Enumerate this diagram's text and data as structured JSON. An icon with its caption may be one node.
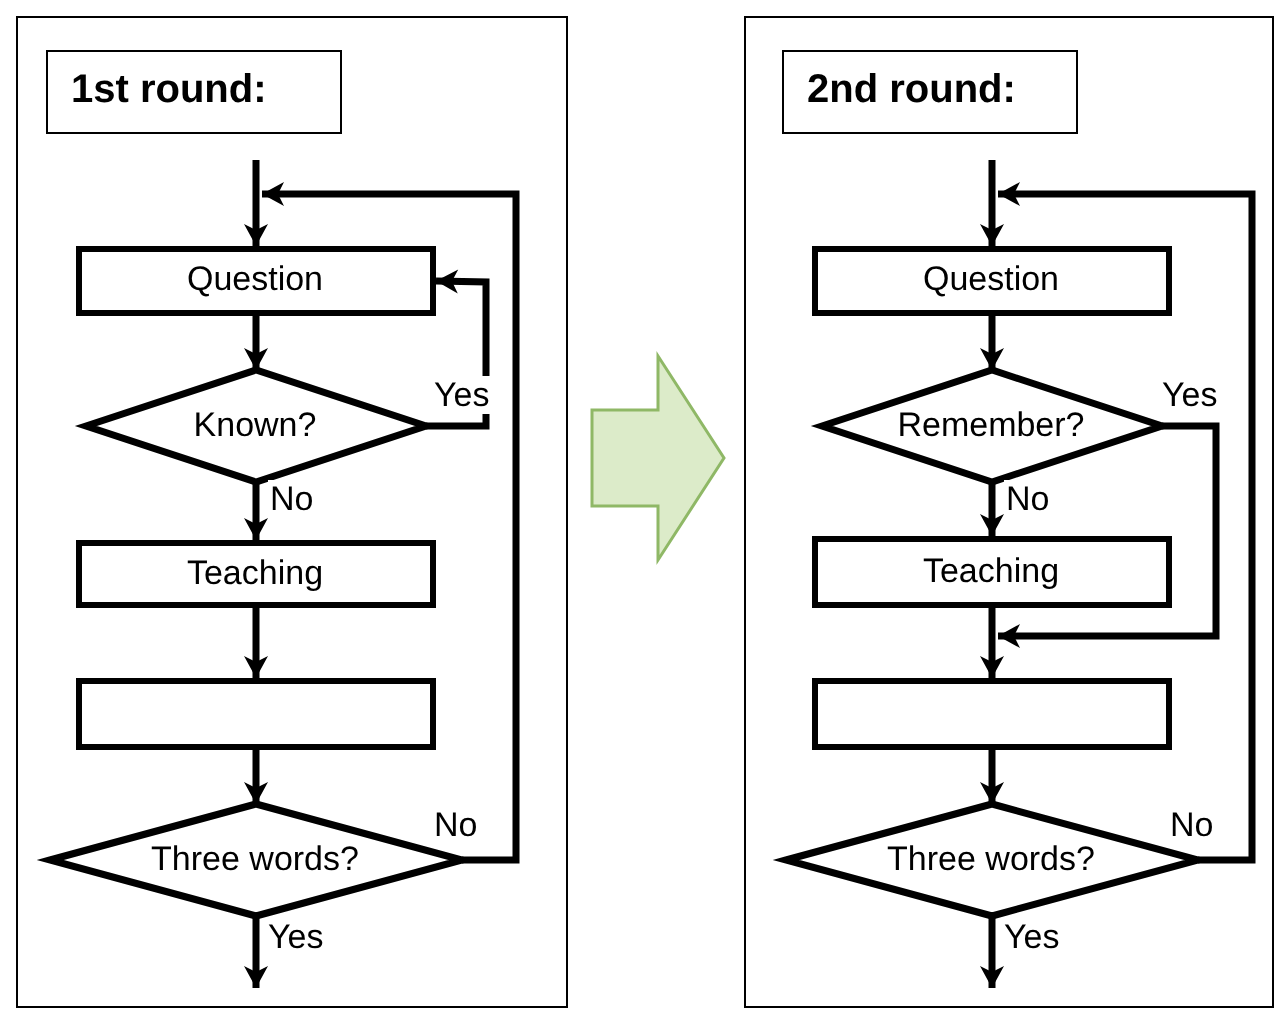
{
  "diagram": {
    "nodes": [
      {
        "text": [],
        "shape": "box"
      },
      {
        "text": [
          "1st round:"
        ],
        "in": 0
      },
      {
        "text": [
          "Question"
        ],
        "in": 0
      },
      {
        "text": [
          "Known?"
        ],
        "in": 0
      },
      {
        "text": [
          "Teaching"
        ],
        "in": 0
      },
      {
        "text": [],
        "shape": "box",
        "in": 0
      },
      {
        "text": [
          "Three words?"
        ],
        "in": 0
      },
      {
        "text": [],
        "shape": "box"
      },
      {
        "text": [
          "2nd round:"
        ],
        "in": 7
      },
      {
        "text": [
          "Question"
        ],
        "in": 7
      },
      {
        "text": [
          "Remember?"
        ],
        "in": 7
      },
      {
        "text": [
          "Teaching"
        ],
        "in": 7
      },
      {
        "text": [],
        "shape": "box",
        "in": 7
      },
      {
        "text": [
          "Three words?"
        ],
        "in": 7
      }
    ],
    "edges": [
      {
        "from": null,
        "to": 2,
        "arrow": "to"
      },
      {
        "from": 2,
        "to": 3,
        "arrow": "to"
      },
      {
        "from": 3,
        "to": 2,
        "arrow": "to",
        "label": "Yes"
      },
      {
        "from": 3,
        "to": 4,
        "arrow": "to",
        "label": "No"
      },
      {
        "from": 4,
        "to": 5,
        "arrow": "to"
      },
      {
        "from": 5,
        "to": 6,
        "arrow": "to"
      },
      {
        "from": 6,
        "to": 2,
        "arrow": "to",
        "label": "No"
      },
      {
        "from": 6,
        "to": null,
        "arrow": "to",
        "label": "Yes"
      },
      {
        "from": null,
        "to": 9,
        "arrow": "to"
      },
      {
        "from": 9,
        "to": 10,
        "arrow": "to"
      },
      {
        "from": 10,
        "to": 12,
        "arrow": "to",
        "label": "Yes"
      },
      {
        "from": 10,
        "to": 11,
        "arrow": "to",
        "label": "No"
      },
      {
        "from": 11,
        "to": 12,
        "arrow": "to"
      },
      {
        "from": 12,
        "to": 13,
        "arrow": "to"
      },
      {
        "from": 13,
        "to": 9,
        "arrow": "to",
        "label": "No"
      },
      {
        "from": 13,
        "to": null,
        "arrow": "to",
        "label": "Yes"
      },
      {
        "from": 0,
        "to": 7,
        "arrow": "to",
        "style": "thick",
        "color": "#dcebc9"
      }
    ]
  }
}
